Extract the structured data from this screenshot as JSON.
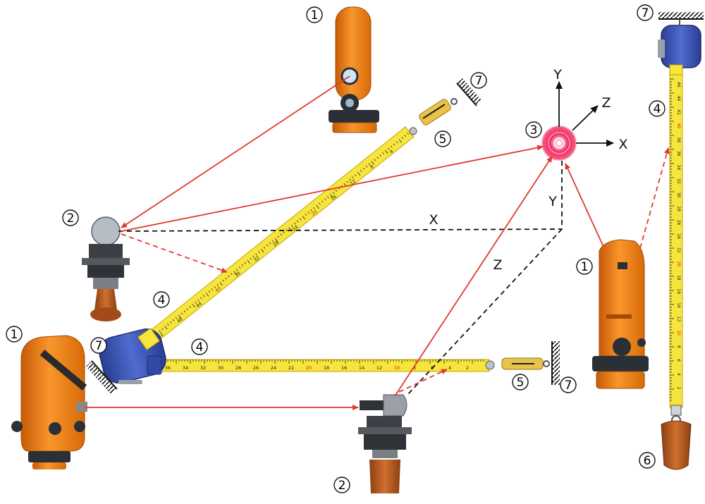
{
  "markers": {
    "m1a": "1",
    "m1b": "1",
    "m1c": "1",
    "m2a": "2",
    "m2b": "2",
    "m3": "3",
    "m4a": "4",
    "m4b": "4",
    "m4c": "4",
    "m5a": "5",
    "m5b": "5",
    "m6": "6",
    "m7a": "7",
    "m7b": "7",
    "m7c": "7",
    "m7d": "7"
  },
  "axes": {
    "y": "Y",
    "z": "Z",
    "x": "X"
  },
  "distances": {
    "x": "X",
    "y": "Y",
    "z": "Z"
  },
  "tape_numbers": {
    "vertical": [
      "46",
      "44",
      "42",
      "40",
      "38",
      "36",
      "34",
      "32",
      "30",
      "28",
      "26",
      "24",
      "22",
      "20",
      "18",
      "16",
      "14",
      "12",
      "10",
      "8",
      "6",
      "4",
      "2"
    ],
    "horizontal": [
      "36",
      "34",
      "32",
      "30",
      "28",
      "26",
      "24",
      "22",
      "20",
      "18",
      "16",
      "14",
      "12",
      "10",
      "8",
      "6",
      "4",
      "2"
    ],
    "diagonal": [
      "52",
      "48",
      "44",
      "40",
      "36",
      "32",
      "28",
      "24",
      "20",
      "16",
      "12",
      "8",
      "4"
    ]
  },
  "colors": {
    "instrument_orange": "#f07a10",
    "tape_yellow": "#f6e53c",
    "tape_case_blue": "#3b55b3",
    "arrow_red": "#e03a2f",
    "target_pink": "#ee2860",
    "leg_brown": "#b85a22",
    "metal_gray": "#8a8f96"
  },
  "icons": [
    "level-instrument-icon",
    "theodolite-icon",
    "laser-target-icon",
    "tape-measure-icon",
    "spring-scale-icon",
    "plumb-bob-icon",
    "wall-anchor-icon"
  ]
}
